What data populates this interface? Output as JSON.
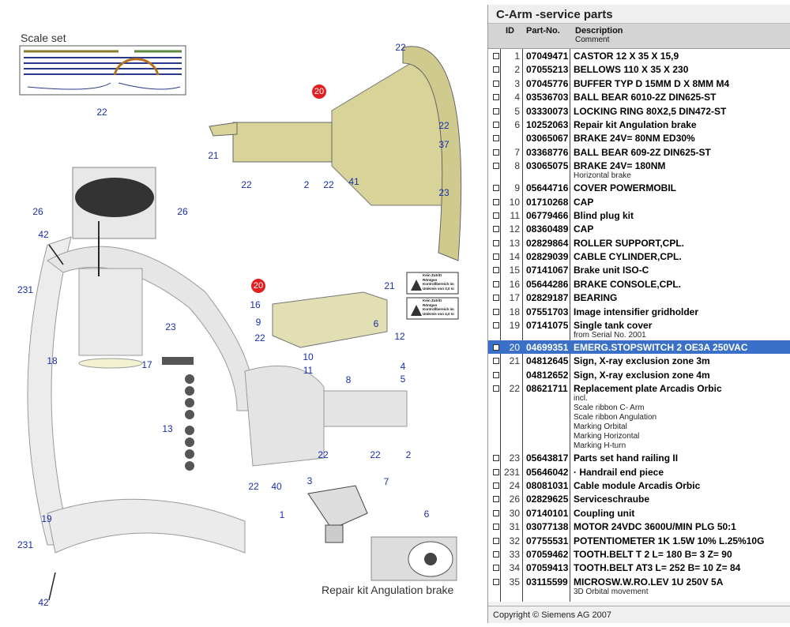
{
  "diagram": {
    "scale_set_label": "Scale set",
    "repair_kit_label": "Repair kit Angulation brake",
    "callouts": [
      "22",
      "22",
      "20",
      "21",
      "22",
      "2",
      "22",
      "41",
      "22",
      "37",
      "23",
      "26",
      "26",
      "42",
      "231",
      "23",
      "18",
      "17",
      "13",
      "20",
      "16",
      "9",
      "22",
      "10",
      "11",
      "21",
      "6",
      "12",
      "4",
      "5",
      "8",
      "22",
      "22",
      "2",
      "22",
      "40",
      "3",
      "7",
      "1",
      "6",
      "19",
      "231",
      "42"
    ],
    "signs": [
      {
        "line1": "Kein Zutritt",
        "line2": "Röntgen",
        "line3": "Kontrollbereich im",
        "line4": "Umkreis von 3,0 m"
      },
      {
        "line1": "Kein Zutritt",
        "line2": "Röntgen",
        "line3": "Kontrollbereich im",
        "line4": "Umkreis von 4,0 m"
      }
    ]
  },
  "panel": {
    "title": "C-Arm -service parts",
    "headers": {
      "id": "ID",
      "part": "Part-No.",
      "desc": "Description",
      "comment": "Comment"
    },
    "rows": [
      {
        "id": "1",
        "part": "07049471",
        "desc": "CASTOR 12 X 35 X 15,9"
      },
      {
        "id": "2",
        "part": "07055213",
        "desc": "BELLOWS 110 X 35 X 230"
      },
      {
        "id": "3",
        "part": "07045776",
        "desc": "BUFFER TYP D 15MM D X 8MM M4"
      },
      {
        "id": "4",
        "part": "03536703",
        "desc": "BALL BEAR 6010-2Z DIN625-ST"
      },
      {
        "id": "5",
        "part": "03330073",
        "desc": "LOCKING RING 80X2,5 DIN472-ST"
      },
      {
        "id": "6",
        "part": "10252063",
        "desc": "Repair kit Angulation brake"
      },
      {
        "id": "",
        "part": "03065067",
        "desc": "BRAKE 24V= 80NM ED30%"
      },
      {
        "id": "7",
        "part": "03368776",
        "desc": "BALL BEAR 609-2Z DIN625-ST"
      },
      {
        "id": "8",
        "part": "03065075",
        "desc": "BRAKE 24V= 180NM",
        "comment": "Horizontal brake"
      },
      {
        "id": "9",
        "part": "05644716",
        "desc": "COVER POWERMOBIL"
      },
      {
        "id": "10",
        "part": "01710268",
        "desc": "CAP"
      },
      {
        "id": "11",
        "part": "06779466",
        "desc": "Blind plug kit"
      },
      {
        "id": "12",
        "part": "08360489",
        "desc": "CAP"
      },
      {
        "id": "13",
        "part": "02829864",
        "desc": "ROLLER SUPPORT,CPL."
      },
      {
        "id": "14",
        "part": "02829039",
        "desc": "CABLE CYLINDER,CPL."
      },
      {
        "id": "15",
        "part": "07141067",
        "desc": "Brake unit  ISO-C"
      },
      {
        "id": "16",
        "part": "05644286",
        "desc": "BRAKE CONSOLE,CPL."
      },
      {
        "id": "17",
        "part": "02829187",
        "desc": "BEARING"
      },
      {
        "id": "18",
        "part": "07551703",
        "desc": "Image intensifier gridholder"
      },
      {
        "id": "19",
        "part": "07141075",
        "desc": "Single tank cover",
        "comment": "from Serial No. 2001"
      },
      {
        "id": "20",
        "part": "04699351",
        "desc": "EMERG.STOPSWITCH 2 OE3A 250VAC",
        "selected": true
      },
      {
        "id": "21",
        "part": "04812645",
        "desc": "Sign, X-ray exclusion zone 3m"
      },
      {
        "id": "",
        "part": "04812652",
        "desc": "Sign, X-ray exclusion zone 4m"
      },
      {
        "id": "22",
        "part": "08621711",
        "desc": "Replacement plate Arcadis Orbic",
        "comment": "incl.\nScale ribbon C- Arm\nScale ribbon Angulation\nMarking Orbital\nMarking Horizontal\nMarking H-turn"
      },
      {
        "id": "23",
        "part": "05643817",
        "desc": "Parts set hand railing II"
      },
      {
        "id": "231",
        "part": "05646042",
        "desc": "· Handrail end piece"
      },
      {
        "id": "24",
        "part": "08081031",
        "desc": "Cable module Arcadis Orbic"
      },
      {
        "id": "26",
        "part": "02829625",
        "desc": "Serviceschraube"
      },
      {
        "id": "30",
        "part": "07140101",
        "desc": "Coupling unit"
      },
      {
        "id": "31",
        "part": "03077138",
        "desc": "MOTOR 24VDC 3600U/MIN PLG 50:1"
      },
      {
        "id": "32",
        "part": "07755531",
        "desc": "POTENTIOMETER 1K 1.5W 10% L.25%10G"
      },
      {
        "id": "33",
        "part": "07059462",
        "desc": "TOOTH.BELT T 2 L= 180 B= 3 Z= 90"
      },
      {
        "id": "34",
        "part": "07059413",
        "desc": "TOOTH.BELT AT3 L= 252 B= 10 Z= 84"
      },
      {
        "id": "35",
        "part": "03115599",
        "desc": "MICROSW.W.RO.LEV 1U 250V 5A",
        "comment": "3D Orbital movement"
      }
    ],
    "footer": "Copyright © Siemens AG 2007"
  },
  "colors": {
    "selected": "#3a70c8",
    "callout": "#1a2fa8",
    "marker": "#e02020"
  }
}
